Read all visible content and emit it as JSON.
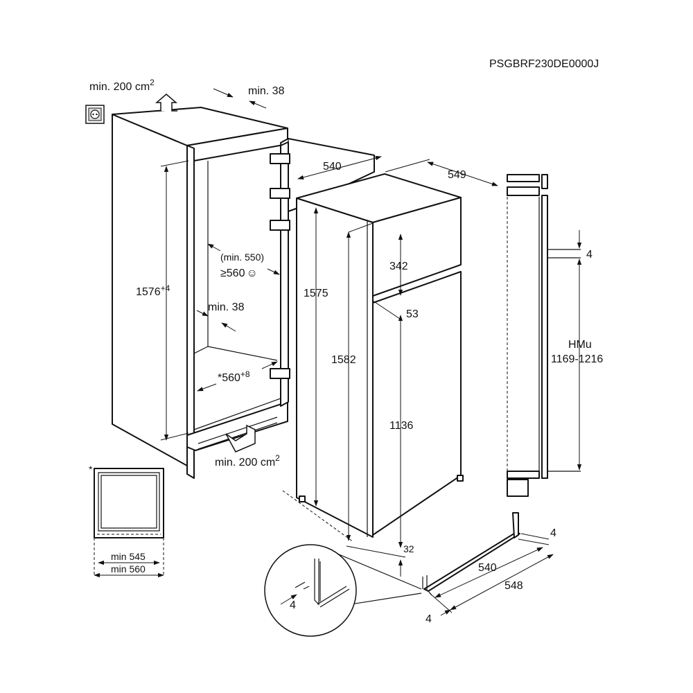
{
  "model_code": "PSGBRF230DE0000J",
  "ventilation": {
    "top": "min. 200 cm",
    "bottom": "min. 200 cm",
    "superscript": "2"
  },
  "niche": {
    "top_gap": "min. 38",
    "height": "1576",
    "height_tol": "+4",
    "depth_label": "(min. 550)",
    "depth_value": "≥560",
    "depth_symbol": "☺",
    "side_gap": "min. 38",
    "width": "*560",
    "width_tol": "+8"
  },
  "appliance": {
    "width": "540",
    "depth": "549",
    "cabinet_height": "1575",
    "door_height_total": "1582",
    "upper_door": "342",
    "door_gap": "53",
    "lower_door": "1136",
    "bottom_gap": "32"
  },
  "side_profile": {
    "gap": "4",
    "label": "HMu",
    "range": "1169-1216"
  },
  "detail_bottom": {
    "gap_right": "4",
    "door_width": "540",
    "total_width": "548",
    "gap_left": "4",
    "detail_gap": "4"
  },
  "front_view": {
    "asterisk": "*",
    "min_a": "min 545",
    "min_b": "min 560"
  }
}
